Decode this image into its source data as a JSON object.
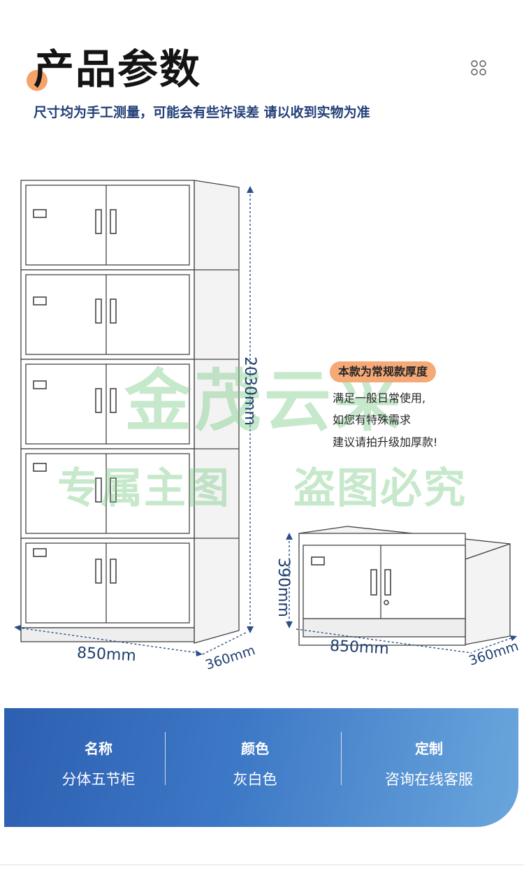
{
  "header": {
    "title": "产品参数",
    "subtitle": "尺寸均为手工测量，可能会有些许误差 请以收到实物为准"
  },
  "watermark": {
    "main": "金茂云采",
    "left": "专属主图",
    "right": "盗图必究"
  },
  "note": {
    "badge": "本款为常规款厚度",
    "lines": [
      "满足一般日常使用,",
      "如您有特殊需求",
      "建议请拍升级加厚款!"
    ]
  },
  "dimensions": {
    "tall_height": "2030mm",
    "tall_width": "850mm",
    "tall_depth": "360mm",
    "short_height": "390mm",
    "short_width": "850mm",
    "short_depth": "360mm"
  },
  "specs": [
    {
      "label": "名称",
      "value": "分体五节柜"
    },
    {
      "label": "颜色",
      "value": "灰白色"
    },
    {
      "label": "定制",
      "value": "咨询在线客服"
    }
  ],
  "colors": {
    "accent_orange": "#f6a36a",
    "title_blue": "#223f78",
    "panel_blue": "#3d78c6",
    "dim_line": "#2b4f8a"
  }
}
